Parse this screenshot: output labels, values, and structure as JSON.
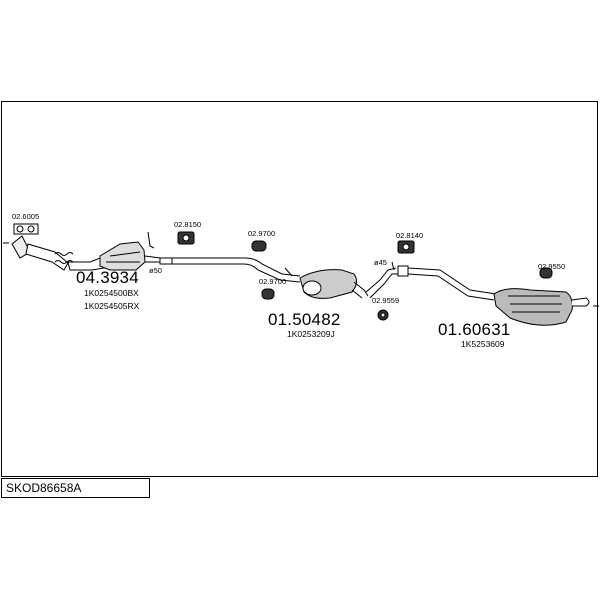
{
  "diagram_code": "SKOD86658A",
  "accessories": [
    {
      "id": "gasket",
      "label": "02.6005"
    },
    {
      "id": "clamp-1",
      "label": "02.8150"
    },
    {
      "id": "hanger-1",
      "label": "02.9700"
    },
    {
      "id": "hanger-2",
      "label": "02.9700"
    },
    {
      "id": "clamp-2",
      "label": "02.8140"
    },
    {
      "id": "hanger-3",
      "label": "02.9559"
    },
    {
      "id": "hanger-4",
      "label": "02.9550"
    }
  ],
  "parts": [
    {
      "id": "catalyst",
      "number": "04.3934",
      "oem": [
        "1K0254500BX",
        "1K0254505RX"
      ]
    },
    {
      "id": "middle-silencer",
      "number": "01.50482",
      "oem": [
        "1K0253209J"
      ]
    },
    {
      "id": "rear-silencer",
      "number": "01.60631",
      "oem": [
        "1K5253609"
      ]
    }
  ],
  "diameters": [
    {
      "id": "d50",
      "label": "ø50"
    },
    {
      "id": "d45",
      "label": "ø45"
    }
  ]
}
